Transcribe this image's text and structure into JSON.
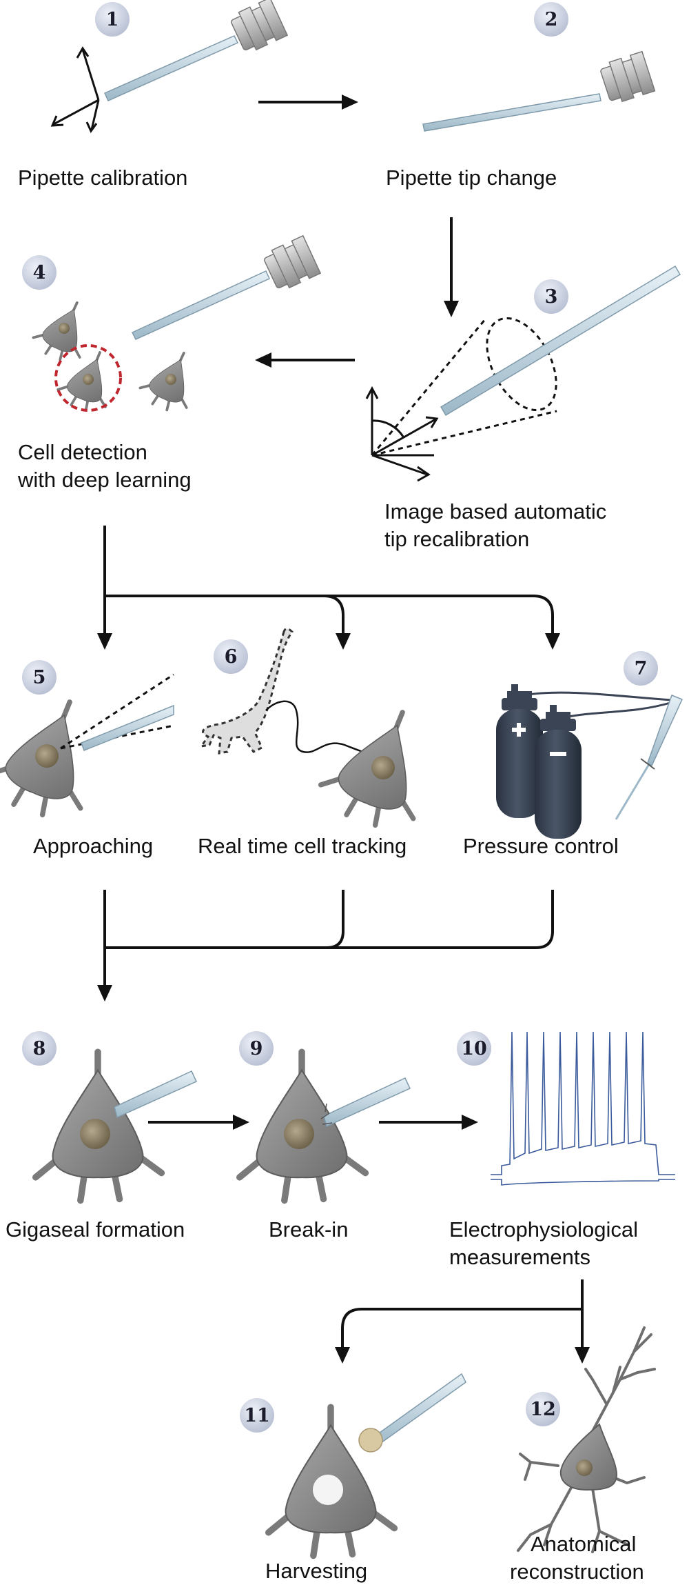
{
  "steps": [
    {
      "number": "1",
      "label_lines": [
        "Pipette calibration"
      ]
    },
    {
      "number": "2",
      "label_lines": [
        "Pipette tip change"
      ]
    },
    {
      "number": "3",
      "label_lines": [
        "Image based automatic",
        "tip recalibration"
      ]
    },
    {
      "number": "4",
      "label_lines": [
        "Cell detection",
        "with deep learning"
      ]
    },
    {
      "number": "5",
      "label_lines": [
        "Approaching"
      ]
    },
    {
      "number": "6",
      "label_lines": [
        "Real time cell tracking"
      ]
    },
    {
      "number": "7",
      "label_lines": [
        "Pressure control"
      ]
    },
    {
      "number": "8",
      "label_lines": [
        "Gigaseal formation"
      ]
    },
    {
      "number": "9",
      "label_lines": [
        "Break-in"
      ]
    },
    {
      "number": "10",
      "label_lines": [
        "Electrophysiological",
        "measurements"
      ]
    },
    {
      "number": "11",
      "label_lines": [
        "Harvesting"
      ]
    },
    {
      "number": "12",
      "label_lines": [
        "Anatomical",
        "reconstruction"
      ]
    }
  ],
  "colors": {
    "badge_fill": "#cdd3e2",
    "cell_body": "#8c8c8c",
    "nucleus": "#8f836a",
    "pipette": "#c8dbe6",
    "tank": "#3a4454",
    "trace": "#3a5a9c",
    "detection_circle": "#c0262e"
  }
}
